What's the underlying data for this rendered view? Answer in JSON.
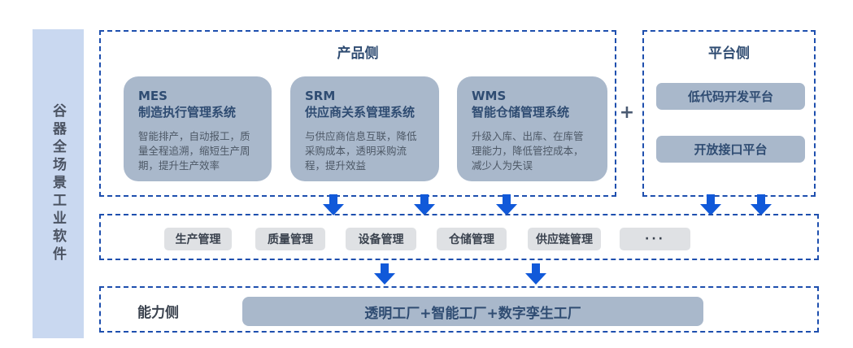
{
  "sidebar": {
    "label": "谷器全场景工业软件"
  },
  "product_section": {
    "title": "产品侧",
    "cards": [
      {
        "code": "MES",
        "name": "制造执行管理系统",
        "desc": "智能排产，自动报工，质量全程追溯，缩短生产周期，提升生产效率"
      },
      {
        "code": "SRM",
        "name": "供应商关系管理系统",
        "desc": "与供应商信息互联，降低采购成本，透明采购流程，提升效益"
      },
      {
        "code": "WMS",
        "name": "智能仓储管理系统",
        "desc": "升级入库、出库、在库管理能力，降低管控成本，减少人为失误"
      }
    ]
  },
  "plus_sign": "+",
  "platform_section": {
    "title": "平台侧",
    "items": [
      {
        "label": "低代码开发平台"
      },
      {
        "label": "开放接口平台"
      }
    ]
  },
  "module_section": {
    "chips": [
      "生产管理",
      "质量管理",
      "设备管理",
      "仓储管理",
      "供应链管理",
      "···"
    ]
  },
  "capability_section": {
    "label": "能力侧",
    "bar": "透明工厂+智能工厂+数字孪生工厂"
  },
  "colors": {
    "dashed_border": "#1e4fae",
    "arrow_blue": "#1159d9",
    "card_bg": "#a9b8cb",
    "chip_bg": "#dfe1e4",
    "sidebar_bg": "#c9d8f0",
    "title_navy": "#2f4c72"
  }
}
